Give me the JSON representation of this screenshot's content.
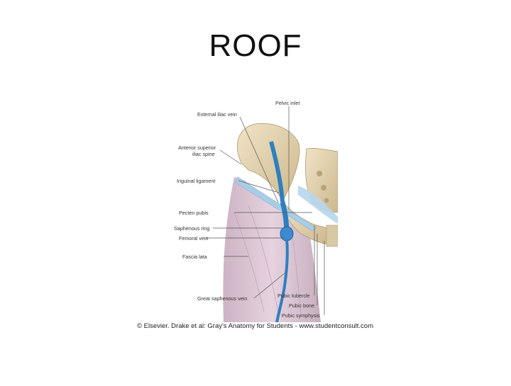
{
  "slide": {
    "title": "ROOF"
  },
  "figure": {
    "labels": {
      "pelvic_inlet": "Pelvic inlet",
      "external_iliac_vein": "External iliac vein",
      "asis_line1": "Anterior superior",
      "asis_line2": "iliac spine",
      "inguinal_ligament": "Inguinal ligament",
      "pecten_pubis": "Pecten pubis",
      "saphenous_ring": "Saphenous ring",
      "femoral_vein": "Femoral vein",
      "fascia_lata": "Fascia lata",
      "great_saphenous_vein": "Great saphenous vein",
      "pubic_tubercle": "Pubic tubercle",
      "pubic_bone": "Pubic bone",
      "pubic_symphysis": "Pubic symphysis"
    },
    "credit": "© Elsevier. Drake et al: Gray's Anatomy for Students - www.studentconsult.com",
    "colors": {
      "bone": "#e6d6b4",
      "bone_shadow": "#c9b58c",
      "fascia": "#dcc6d4",
      "ligament": "#a9cde6",
      "vein": "#2f7fc0",
      "leader": "#555555"
    }
  }
}
